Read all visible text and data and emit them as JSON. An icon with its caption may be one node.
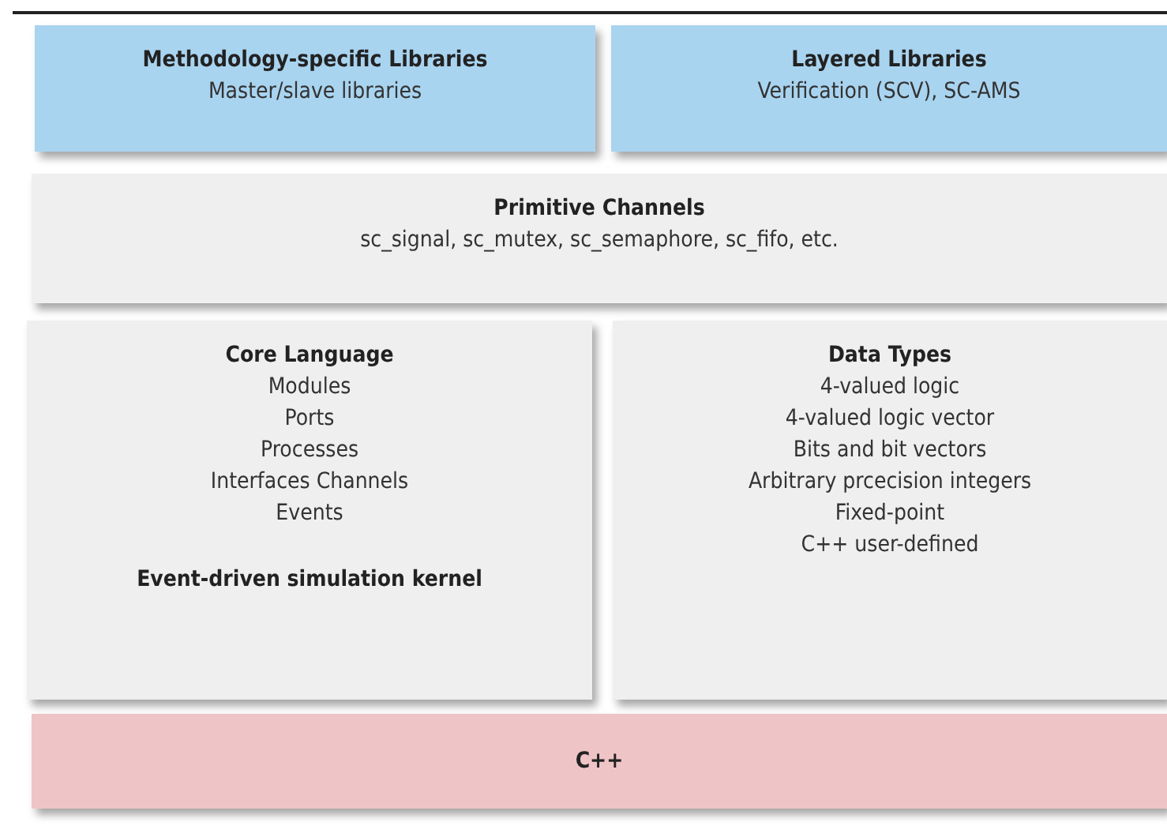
{
  "diagram": {
    "nodes": [
      {
        "text": [
          "Methodology-specific Libraries",
          "Master/slave libraries"
        ]
      },
      {
        "text": [
          "Layered Libraries",
          "Verification (SCV), SC-AMS"
        ]
      },
      {
        "text": [
          "Primitive Channels",
          "sc_signal, sc_mutex, sc_semaphore, sc_fifo, etc."
        ]
      },
      {
        "text": [
          "Core Language",
          "Modules",
          "Ports",
          "Processes",
          "Interfaces Channels",
          "Events",
          "Event-driven simulation kernel"
        ]
      },
      {
        "text": [
          "Data Types",
          "4-valued logic",
          "4-valued logic vector",
          "Bits and bit vectors",
          "Arbitrary prcecision integers",
          "Fixed-point",
          "C++ user-defined"
        ]
      },
      {
        "text": [
          "C++"
        ]
      }
    ],
    "edges": []
  }
}
